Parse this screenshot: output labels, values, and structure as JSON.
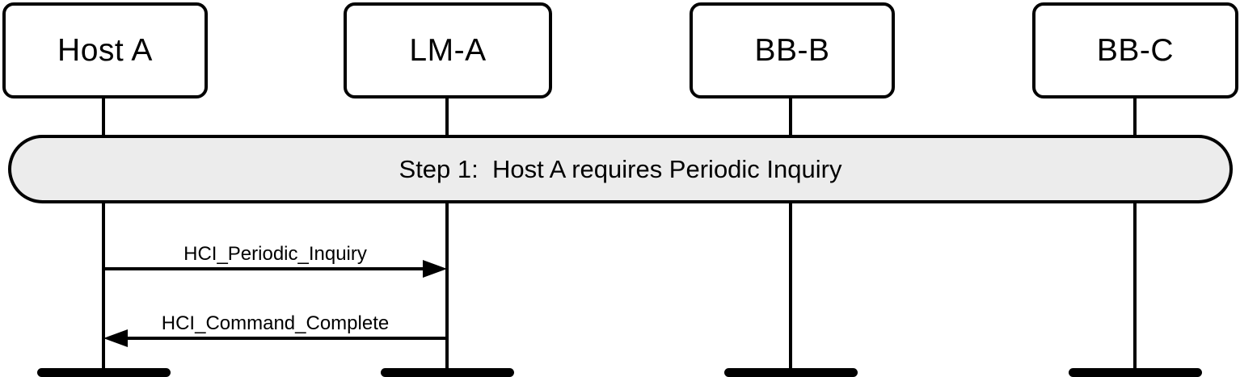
{
  "diagram": {
    "type": "message-sequence-chart",
    "actors": [
      {
        "label": "Host A"
      },
      {
        "label": "LM-A"
      },
      {
        "label": "BB-B"
      },
      {
        "label": "BB-C"
      }
    ],
    "step_banner": {
      "label": "Step 1:  Host A requires Periodic Inquiry"
    },
    "messages": [
      {
        "label": "HCI_Periodic_Inquiry",
        "from": "Host A",
        "to": "LM-A",
        "direction": "right"
      },
      {
        "label": "HCI_Command_Complete",
        "from": "LM-A",
        "to": "Host A",
        "direction": "left"
      }
    ],
    "colors": {
      "line": "#000000",
      "box_fill": "#ffffff",
      "banner_fill": "#ececec",
      "background": "#ffffff"
    }
  }
}
